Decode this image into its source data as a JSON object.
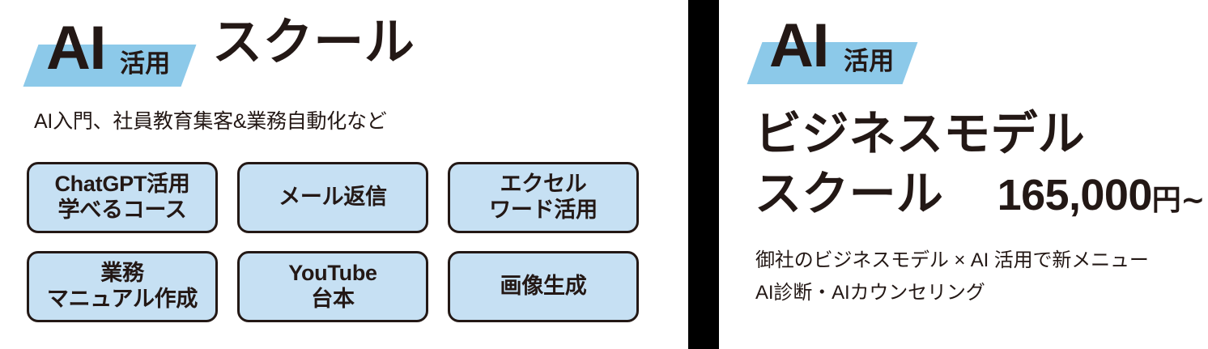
{
  "colors": {
    "badge_highlight": "#8CC9E9",
    "button_fill": "#C6E0F3",
    "ink": "#231815",
    "divider": "#000000",
    "background": "#ffffff"
  },
  "left_panel": {
    "badge": {
      "ai_text": "AI",
      "kanji_text": "活用"
    },
    "heading": "スクール",
    "subtitle": "AI入門、社員教育集客&業務自動化など",
    "buttons": [
      {
        "line1": "ChatGPT活用",
        "line2": "学べるコース"
      },
      {
        "line1": "メール返信",
        "line2": ""
      },
      {
        "line1": "エクセル",
        "line2": "ワード活用"
      },
      {
        "line1": "業務",
        "line2": "マニュアル作成"
      },
      {
        "line1": "YouTube",
        "line2": "台本"
      },
      {
        "line1": "画像生成",
        "line2": ""
      }
    ]
  },
  "right_panel": {
    "badge": {
      "ai_text": "AI",
      "kanji_text": "活用"
    },
    "title_line1": "ビジネスモデル",
    "title_line2": "スクール",
    "price_amount": "165,000",
    "price_unit": "円~",
    "desc_line1": "御社のビジネスモデル × AI 活用で新メニュー",
    "desc_line2": "AI診断・AIカウンセリング"
  }
}
